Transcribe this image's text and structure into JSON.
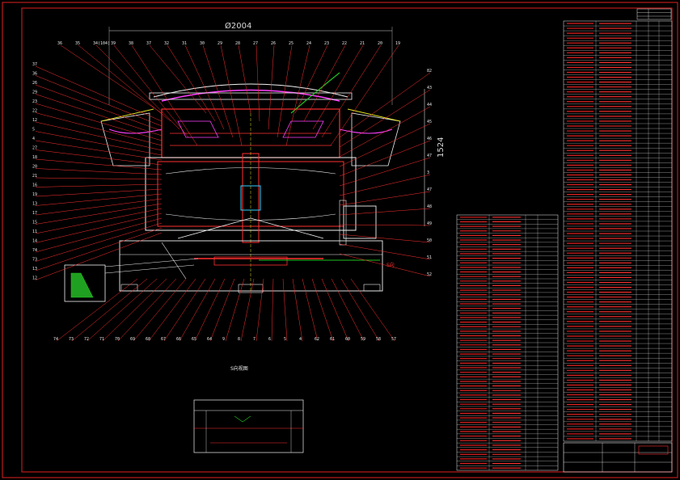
{
  "drawing": {
    "dimension_diameter": "Ø2004",
    "dimension_height": "1524",
    "section_label": "S向视图",
    "view_marker": "S向"
  },
  "callouts_top": [
    "36",
    "35",
    "34(104)",
    "39",
    "38",
    "37",
    "32",
    "31",
    "30",
    "29",
    "28",
    "27",
    "26",
    "25",
    "24",
    "23",
    "22",
    "21",
    "20",
    "19"
  ],
  "callouts_left": [
    "37",
    "36",
    "26",
    "29",
    "23",
    "22",
    "12",
    "5",
    "4",
    "27",
    "18",
    "20",
    "21",
    "16",
    "19",
    "13",
    "17",
    "15",
    "11",
    "14",
    "74",
    "73",
    "13",
    "12"
  ],
  "callouts_right": [
    "82",
    "43",
    "44",
    "45",
    "46",
    "47",
    "3",
    "47",
    "48",
    "49",
    "50",
    "51",
    "52"
  ],
  "callouts_bottom": [
    "74",
    "73",
    "72",
    "71",
    "70",
    "69",
    "68",
    "67",
    "66",
    "65",
    "64",
    "9",
    "8",
    "7",
    "6",
    "5",
    "4",
    "62",
    "61",
    "60",
    "59",
    "58",
    "57"
  ],
  "colors": {
    "frame": "#e02020",
    "outline": "#f0f0f0",
    "part": "#ff3030",
    "accent": "#ff40ff",
    "cyan": "#30d0ff",
    "green": "#20c020",
    "yellow": "#e0e020"
  }
}
